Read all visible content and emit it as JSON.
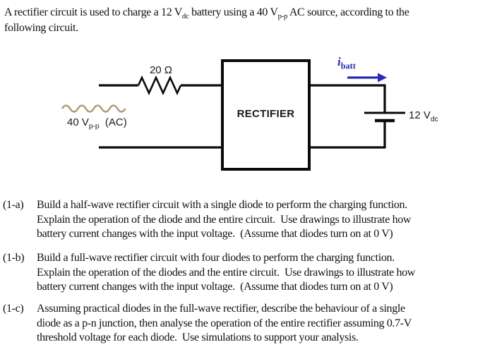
{
  "header": {
    "part1": "A rectifier circuit is used to charge a 12 V",
    "sub1": "dc",
    "part2": " battery using a 40 V",
    "sub2": "p-p",
    "part3": " AC source, according to the",
    "line2": "following circuit."
  },
  "circuit": {
    "resistor_label": "20 Ω",
    "rectifier_label": "RECTIFIER",
    "current_label_main": "i",
    "current_label_sub": "batt",
    "battery_label_main": "12 V",
    "battery_label_sub": "dc",
    "source_label_main": "40 V",
    "source_label_sub": "p-p",
    "source_label_suffix": "  (AC)",
    "colors": {
      "wire": "#0a0a0a",
      "current_blue": "#2a2ab5",
      "source_wave_tan": "#a89e78"
    }
  },
  "questions": [
    {
      "id": "(1-a)",
      "lines": [
        "Build a half-wave rectifier circuit with a single diode to perform the charging function.",
        "Explain the operation of the diode and the entire circuit.  Use drawings to illustrate how",
        "battery current changes with the input voltage.  (Assume that diodes turn on at 0 V)"
      ]
    },
    {
      "id": "(1-b)",
      "lines": [
        "Build a full-wave rectifier circuit with four diodes to perform the charging function.",
        "Explain the operation of the diodes and the entire circuit.  Use drawings to illustrate how",
        "battery current changes with the input voltage.  (Assume that diodes turn on at 0 V)"
      ]
    },
    {
      "id": "(1-c)",
      "lines": [
        "Assuming practical diodes in the full-wave rectifier, describe the behaviour of a single",
        "diode as a p-n junction, then analyse the operation of the entire rectifier assuming 0.7-V",
        "threshold voltage for each diode.  Use simulations to support your analysis."
      ]
    }
  ]
}
